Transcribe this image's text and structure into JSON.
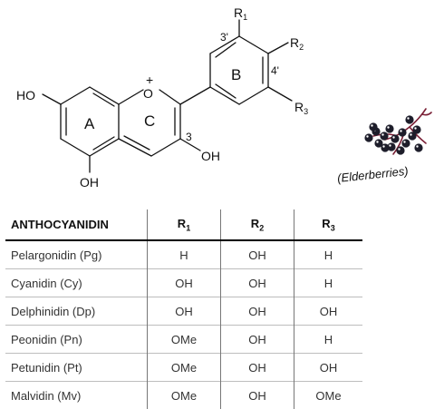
{
  "structure": {
    "atoms": {
      "oxygen_ring": "O",
      "charge": "+",
      "ho_7": "HO",
      "oh_5": "OH",
      "oh_3": "OH",
      "r1": "R",
      "r1_sub": "1",
      "r2": "R",
      "r2_sub": "2",
      "r3": "R",
      "r3_sub": "3"
    },
    "ring_labels": {
      "a": "A",
      "b": "B",
      "c": "C"
    },
    "positions": {
      "p3": "3",
      "p3prime": "3'",
      "p4prime": "4'"
    }
  },
  "illustration": {
    "caption": "(Elderberries)",
    "berry_color": "#1d1d2a",
    "stem_color": "#7a1f35"
  },
  "table": {
    "headers": {
      "name": "ANTHOCYANIDIN",
      "r1": "R",
      "r1_sub": "1",
      "r2": "R",
      "r2_sub": "2",
      "r3": "R",
      "r3_sub": "3"
    },
    "rows": [
      {
        "name": "Pelargonidin (Pg)",
        "r1": "H",
        "r2": "OH",
        "r3": "H"
      },
      {
        "name": "Cyanidin (Cy)",
        "r1": "OH",
        "r2": "OH",
        "r3": "H"
      },
      {
        "name": "Delphinidin (Dp)",
        "r1": "OH",
        "r2": "OH",
        "r3": "OH"
      },
      {
        "name": "Peonidin (Pn)",
        "r1": "OMe",
        "r2": "OH",
        "r3": "H"
      },
      {
        "name": "Petunidin (Pt)",
        "r1": "OMe",
        "r2": "OH",
        "r3": "OH"
      },
      {
        "name": "Malvidin (Mv)",
        "r1": "OMe",
        "r2": "OH",
        "r3": "OMe"
      }
    ]
  }
}
